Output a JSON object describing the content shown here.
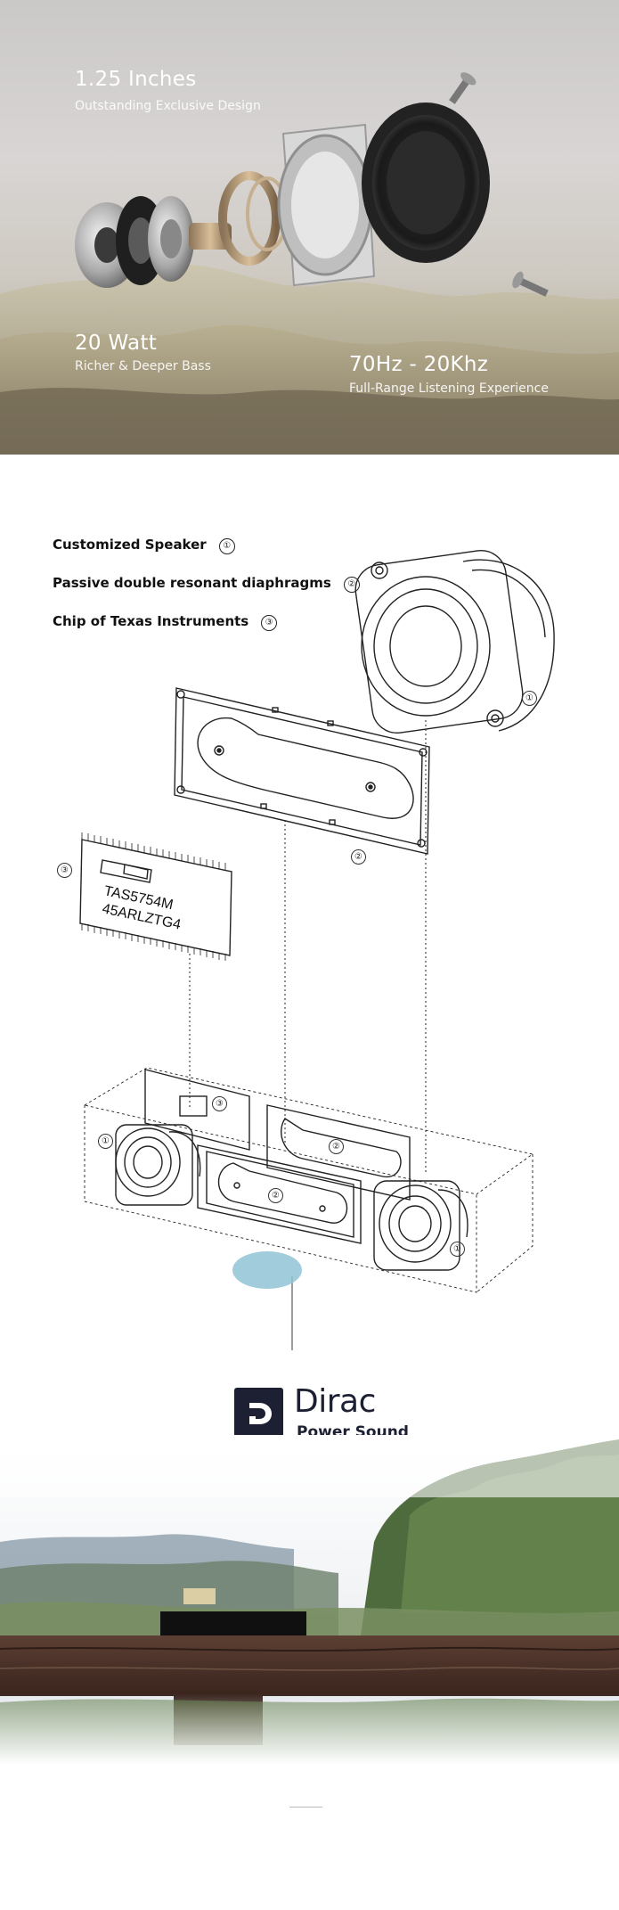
{
  "hero": {
    "spec1": {
      "title": "1.25 Inches",
      "subtitle": "Outstanding Exclusive Design"
    },
    "spec2": {
      "title": "20 Watt",
      "subtitle": "Richer & Deeper Bass"
    },
    "spec3": {
      "title": "70Hz - 20Khz",
      "subtitle": "Full-Range Listening Experience"
    }
  },
  "components": {
    "items": [
      {
        "label": "Customized Speaker",
        "number": "①"
      },
      {
        "label": "Passive double resonant diaphragms",
        "number": "②"
      },
      {
        "label": "Chip of Texas Instruments",
        "number": "③"
      }
    ],
    "chip_text": {
      "line1": "TAS5754M",
      "line2": "45ARLZTG4"
    },
    "markers": {
      "one": "①",
      "two": "②",
      "three": "③"
    }
  },
  "brand": {
    "name": "Dirac",
    "tagline": "Power Sound"
  },
  "colors": {
    "brand_dark": "#1d2033",
    "accent_blue": "#8fc3d6"
  }
}
